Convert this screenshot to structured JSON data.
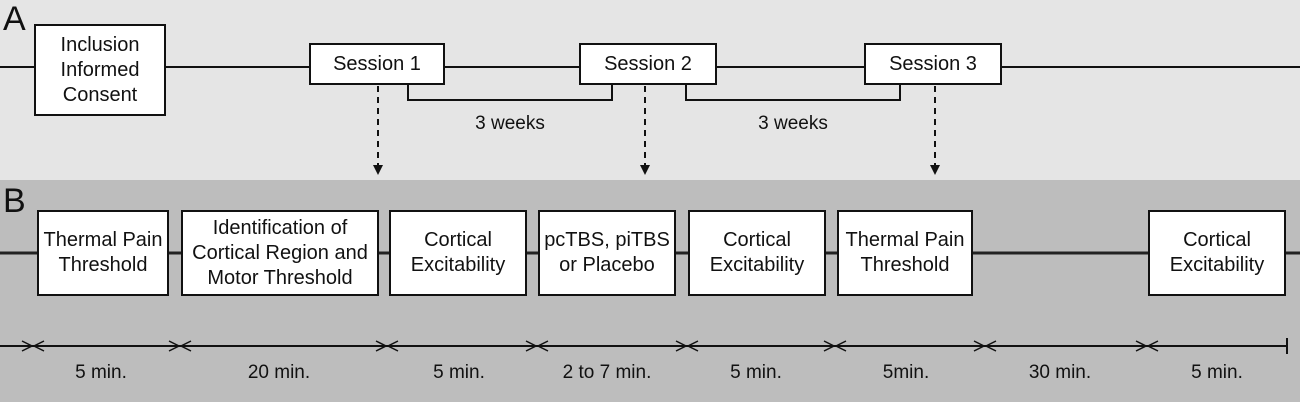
{
  "panel_a": {
    "label": "A",
    "inclusion": "Inclusion\nInformed\nConsent",
    "sessions": [
      "Session 1",
      "Session 2",
      "Session 3"
    ],
    "intervals": [
      "3 weeks",
      "3 weeks"
    ]
  },
  "panel_b": {
    "label": "B",
    "steps": [
      "Thermal Pain\nThreshold",
      "Identification of\nCortical Region and\nMotor Threshold",
      "Cortical\nExcitability",
      "pcTBS, piTBS\nor Placebo",
      "Cortical\nExcitability",
      "Thermal Pain\nThreshold",
      "Cortical\nExcitability"
    ],
    "durations": [
      "5 min.",
      "20 min.",
      "5 min.",
      "2 to 7 min.",
      "5 min.",
      "5min.",
      "30 min.",
      "5 min."
    ]
  },
  "colors": {
    "panel_a_bg": "#e5e5e5",
    "panel_b_bg": "#bdbdbd",
    "line": "#111111"
  }
}
